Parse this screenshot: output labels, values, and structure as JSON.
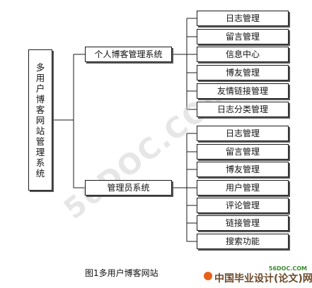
{
  "diagram": {
    "root": {
      "label": [
        "多",
        "用",
        "户",
        "博",
        "客",
        "网",
        "站",
        "管",
        "理",
        "系",
        "统"
      ]
    },
    "branches": [
      {
        "label": "个人博客管理系统",
        "children": [
          "日志管理",
          "留言管理",
          "信息中心",
          "博友管理",
          "友情链接管理",
          "日志分类管理"
        ]
      },
      {
        "label": "管理员系统",
        "children": [
          "日志管理",
          "留言管理",
          "博友管理",
          "用户管理",
          "评论管理",
          "链接管理",
          "搜索功能"
        ]
      }
    ]
  },
  "caption": "图1多用户博客网站",
  "watermark": "56DOC.COM",
  "logo": {
    "text": "中国毕业设计(论文)网",
    "url": "56DOC.COM"
  },
  "colors": {
    "line": "#1a1a1a",
    "shadow": "#555555",
    "logo_orange": "#e8611a",
    "logo_green": "#3b8a2e"
  }
}
